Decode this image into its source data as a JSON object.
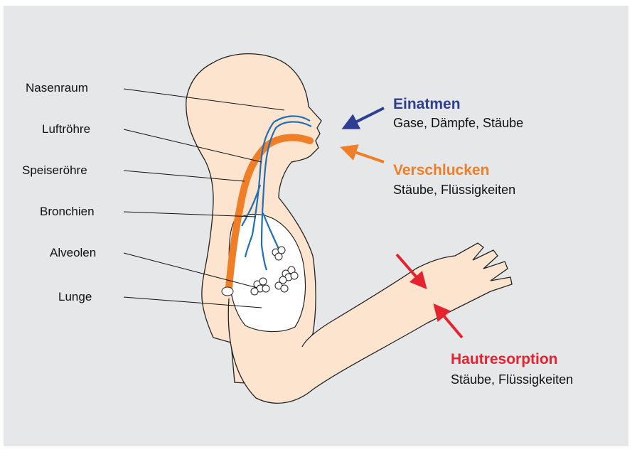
{
  "labels": {
    "nasal_cavity": "Nasenraum",
    "trachea": "Luftröhre",
    "esophagus": "Speiseröhre",
    "bronchi": "Bronchien",
    "alveoli": "Alveolen",
    "lung": "Lunge"
  },
  "routes": {
    "inhalation": {
      "title": "Einatmen",
      "desc": "Gase, Dämpfe, Stäube",
      "color": "#2e3f92"
    },
    "swallowing": {
      "title": "Verschlucken",
      "desc": "Stäube, Flüssigkeiten",
      "color": "#f07e26"
    },
    "skin": {
      "title": "Hautresorption",
      "desc": "Stäube, Flüssigkeiten",
      "color": "#e52330"
    }
  },
  "colors": {
    "background": "#e6e7e9",
    "skin": "#fde4cf",
    "airway": "#1f6fb8",
    "food_tube": "#f07e26",
    "lung_fill": "#ffffff"
  }
}
